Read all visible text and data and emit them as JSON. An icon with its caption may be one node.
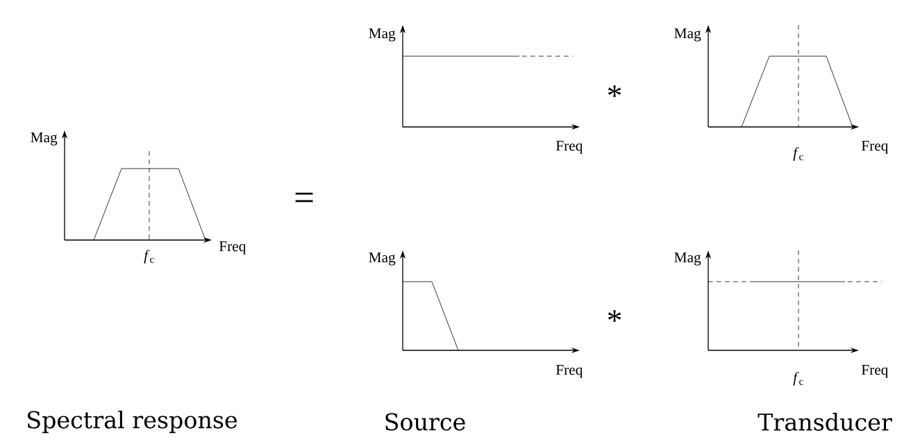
{
  "diagram": {
    "labels": [
      "Mag",
      "Mag",
      "*",
      "Mag",
      "Freq",
      "Freq",
      "*f*$_{c}$",
      "=",
      "*f*$_{c}$",
      "Freq",
      "Mag",
      "Mag",
      "*",
      "Freq",
      "*f*$_{c}$",
      "Freq",
      "Spectral response",
      "Source",
      "Transducer"
    ]
  }
}
